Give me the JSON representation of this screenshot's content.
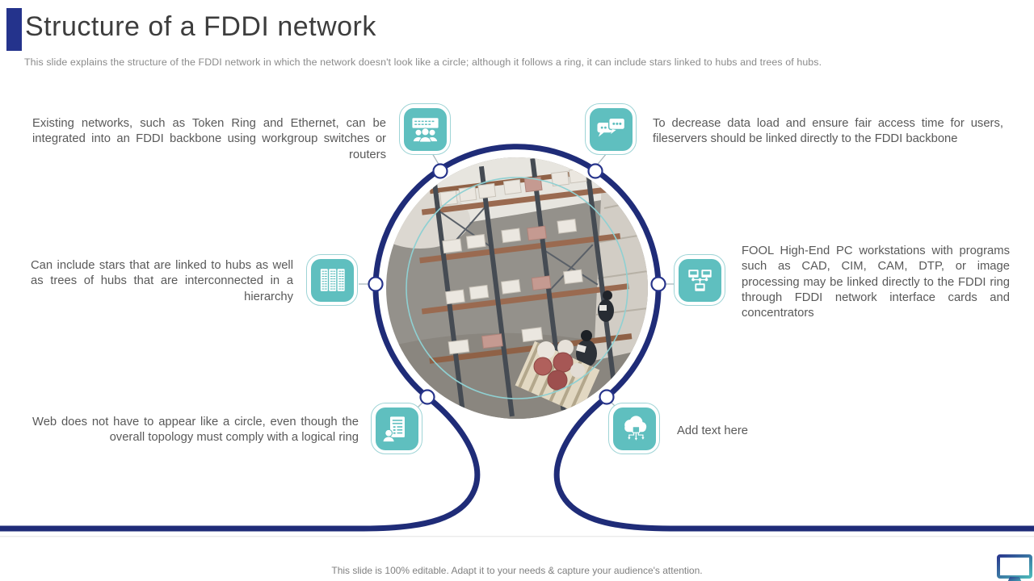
{
  "header": {
    "title": "Structure of a FDDI network",
    "subtitle": "This slide explains the structure of the FDDI network in which the network doesn't look like a circle; although it follows a ring, it can include stars linked to hubs and trees of hubs."
  },
  "diagram": {
    "center_image": "warehouse-aerial-photo",
    "items": [
      {
        "position": "top-left",
        "icon": "presentation-audience-icon",
        "text": "Existing networks, such as Token Ring and Ethernet, can be integrated into an FDDI backbone using workgroup switches or routers"
      },
      {
        "position": "top-right",
        "icon": "chat-bubbles-icon",
        "text": "To decrease data load and ensure fair access time for users, fileservers should be linked directly to the FDDI backbone"
      },
      {
        "position": "middle-left",
        "icon": "server-columns-icon",
        "text": "Can include stars that are linked to hubs as well as trees of hubs that are interconnected in a hierarchy"
      },
      {
        "position": "middle-right",
        "icon": "network-computers-icon",
        "text": "FOOL High-End PC workstations with programs such as CAD, CIM, CAM, DTP, or image processing may be linked directly to the FDDI ring through FDDI network interface cards and concentrators"
      },
      {
        "position": "bottom-left",
        "icon": "document-person-icon",
        "text": "Web does not have to appear like a circle, even though the overall topology must comply with a logical ring"
      },
      {
        "position": "bottom-right",
        "icon": "cloud-network-icon",
        "text": "Add text here"
      }
    ]
  },
  "footer": {
    "text": "This slide is 100% editable. Adapt it to your needs & capture your audience's attention.",
    "logo": "monitor-logo-icon"
  },
  "colors": {
    "accent_navy": "#24338C",
    "ring_navy": "#1F2C78",
    "icon_teal": "#5FBFBF",
    "inner_ring_teal": "#8FD0D2",
    "body_text": "#595959",
    "muted_text": "#7F7F7F"
  }
}
